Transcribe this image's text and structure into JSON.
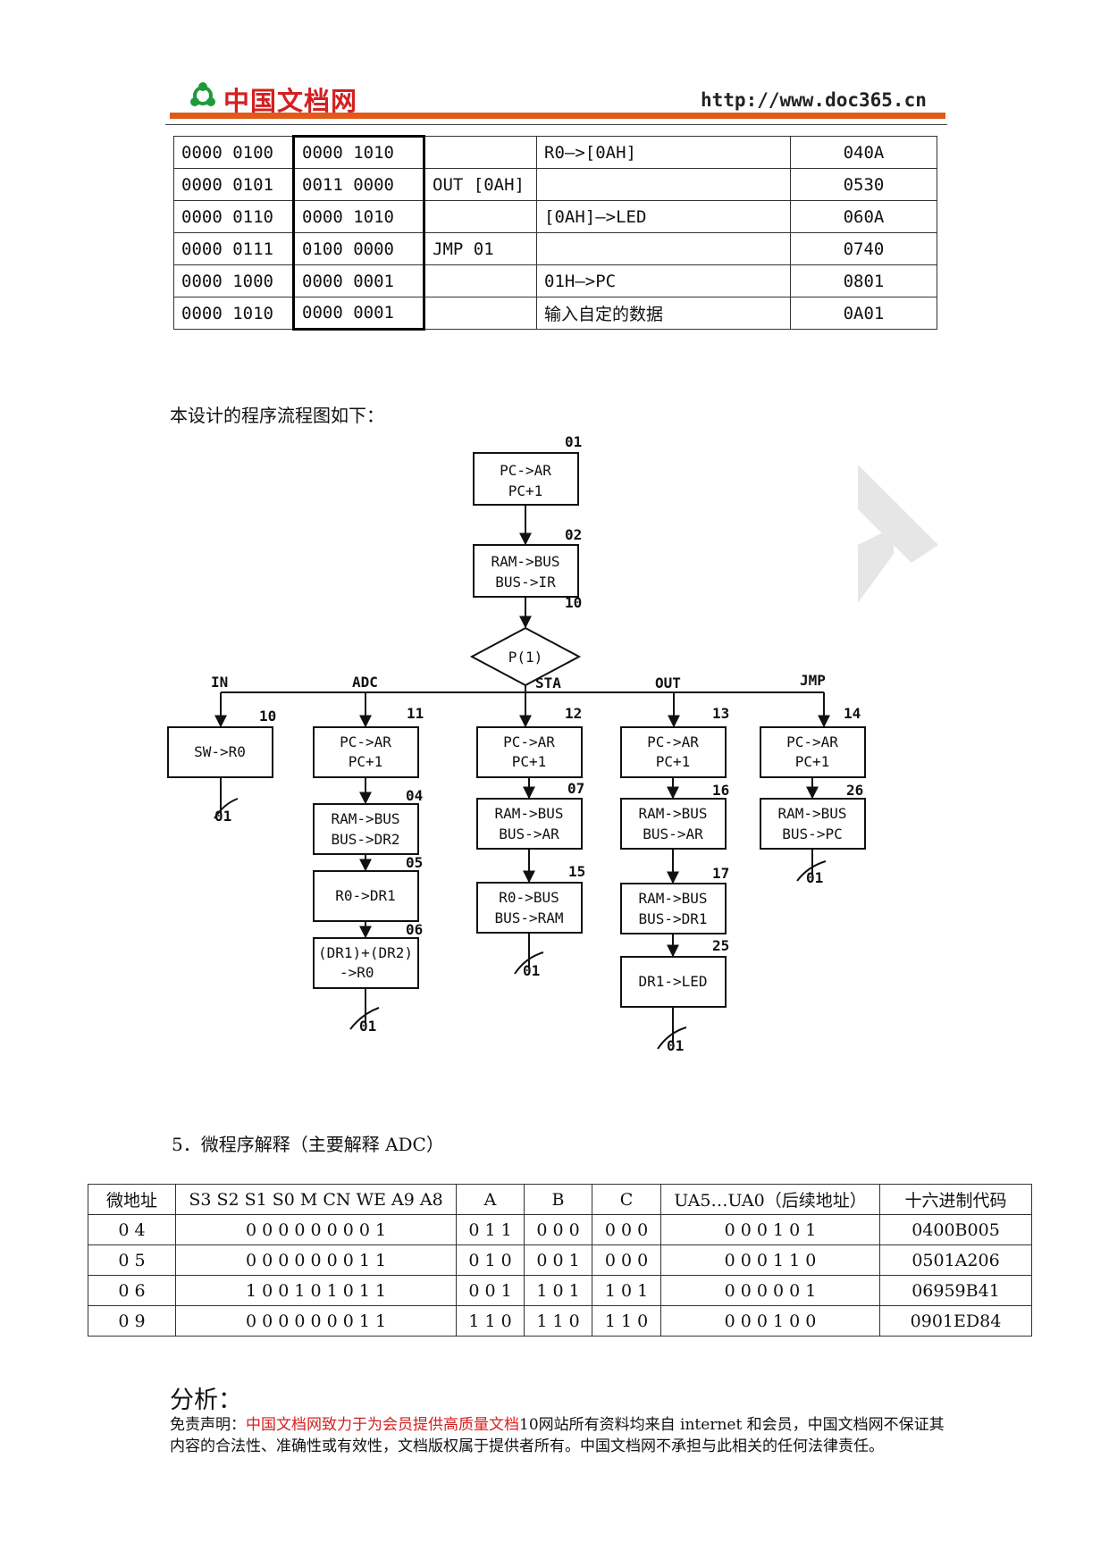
{
  "header": {
    "logo_text": "中国文档网",
    "url": "http://www.doc365.cn"
  },
  "program_table": {
    "rows": [
      [
        "0000 0100",
        "0000 1010",
        "",
        "R0—>[0AH]",
        "040A"
      ],
      [
        "0000 0101",
        "0011 0000",
        "OUT [0AH]",
        "",
        "0530"
      ],
      [
        "0000 0110",
        "0000 1010",
        "",
        "[0AH]—>LED",
        "060A"
      ],
      [
        "0000 0111",
        "0100 0000",
        "JMP 01",
        "",
        "0740"
      ],
      [
        "0000 1000",
        "0000 0001",
        "",
        "01H—>PC",
        "0801"
      ],
      [
        "0000 1010",
        "0000 0001",
        "",
        "输入自定的数据",
        "0A01"
      ]
    ]
  },
  "flow_intro": "本设计的程序流程图如下：",
  "flowchart": {
    "box01": {
      "num": "01",
      "l1": "PC->AR",
      "l2": "PC+1"
    },
    "box02": {
      "num": "02",
      "l1": "RAM->BUS",
      "l2": "BUS->IR"
    },
    "num10_top": "10",
    "decision": "P(1)",
    "branches": {
      "in": "IN",
      "adc": "ADC",
      "sta": "STA",
      "out": "OUT",
      "jmp": "JMP"
    },
    "in_col": {
      "num": "10",
      "l1": "SW->R0",
      "ret": "01"
    },
    "adc_col": {
      "num1": "11",
      "b1l1": "PC->AR",
      "b1l2": "PC+1",
      "num2": "04",
      "b2l1": "RAM->BUS",
      "b2l2": "BUS->DR2",
      "num3": "05",
      "b3l1": "R0->DR1",
      "num4": "06",
      "b4l1": "(DR1)+(DR2)",
      "b4l2": "->R0",
      "ret": "01"
    },
    "sta_col": {
      "num1": "12",
      "b1l1": "PC->AR",
      "b1l2": "PC+1",
      "num2": "07",
      "b2l1": "RAM->BUS",
      "b2l2": "BUS->AR",
      "num3": "15",
      "b3l1": "R0->BUS",
      "b3l2": "BUS->RAM",
      "ret": "01"
    },
    "out_col": {
      "num1": "13",
      "b1l1": "PC->AR",
      "b1l2": "PC+1",
      "num2": "16",
      "b2l1": "RAM->BUS",
      "b2l2": "BUS->AR",
      "num3": "17",
      "b3l1": "RAM->BUS",
      "b3l2": "BUS->DR1",
      "num4": "25",
      "b4l1": "DR1->LED",
      "ret": "01"
    },
    "jmp_col": {
      "num1": "14",
      "b1l1": "PC->AR",
      "b1l2": "PC+1",
      "num2": "26",
      "b2l1": "RAM->BUS",
      "b2l2": "BUS->PC",
      "ret": "01"
    }
  },
  "section_title": "5．微程序解释（主要解释 ADC）",
  "micro_table": {
    "headers": [
      "微地址",
      "S3 S2 S1 S0 M CN WE A9 A8",
      "A",
      "B",
      "C",
      "UA5…UA0（后续地址）",
      "十六进制代码"
    ],
    "rows": [
      [
        "0 4",
        "0 0 0 0 0 0 0 0 1",
        "0 1 1",
        "0 0 0",
        "0 0 0",
        "0 0 0 1 0 1",
        "0400B005"
      ],
      [
        "0 5",
        "0 0 0 0 0 0 0 1 1",
        "0 1 0",
        "0 0 1",
        "0 0 0",
        "0 0 0 1 1 0",
        "0501A206"
      ],
      [
        "0 6",
        "1 0 0 1 0 1 0 1 1",
        "0 0 1",
        "1 0 1",
        "1 0 1",
        "0 0 0 0 0 1",
        "06959B41"
      ],
      [
        "0 9",
        "0 0 0 0 0 0 0 1 1",
        "1 1 0",
        "1 1 0",
        "1 1 0",
        "0 0 0 1 0 0",
        "0901ED84"
      ]
    ]
  },
  "analysis_heading": "分析：",
  "disclaimer": {
    "prefix": "免责声明：",
    "highlight": "中国文档网致力于为会员提供高质量文档",
    "rest": "10网站所有资料均来自 internet 和会员，中国文档网不保证其内容的合法性、准确性或有效性，文档版权属于提供者所有。中国文档网不承担与此相关的任何法律责任。"
  },
  "colors": {
    "brand_red": "#d42020",
    "header_bar": "#e05a1a"
  }
}
